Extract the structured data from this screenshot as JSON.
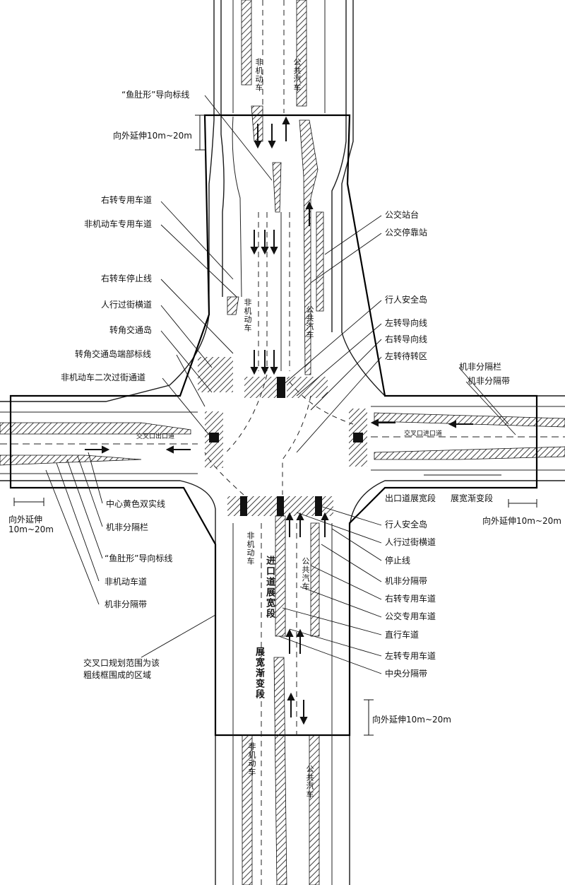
{
  "labels": {
    "fish_belly_top": "“鱼肚形”导向标线",
    "extend_top": "向外延伸10m~20m",
    "right_turn_lane_top": "右转专用车道",
    "nonmotor_lane_top": "非机动车专用车道",
    "right_turn_stop_line": "右转车停止线",
    "crosswalk_top": "人行过街横道",
    "corner_island": "转角交通岛",
    "corner_island_end_marking": "转角交通岛端部标线",
    "nonmotor_secondary_crossing": "非机动车二次过街通道",
    "bus_stop": "公交站台",
    "bus_bay": "公交停靠站",
    "ped_refuge_top": "行人安全岛",
    "left_turn_guide": "左转导向线",
    "right_turn_guide": "右转导向线",
    "left_turn_waiting": "左转待转区",
    "barrier_right": "机非分隔栏",
    "divider_strip_right": "机非分隔带",
    "exit_widening": "出口道展宽段",
    "widening_transition_right": "展宽渐变段",
    "extend_right": "向外延伸10m~20m",
    "extend_left": "向外延伸\n10m~20m",
    "center_double_yellow": "中心黄色双实线",
    "barrier_left": "机非分隔栏",
    "fish_belly_left": "“鱼肚形”导向标线",
    "nonmotor_lane_left": "非机动车道",
    "divider_strip_left": "机非分隔带",
    "ped_refuge_bottom": "行人安全岛",
    "crosswalk_bottom": "人行过街横道",
    "stop_line": "停止线",
    "divider_strip_bottom": "机非分隔带",
    "right_turn_lane_bottom": "右转专用车道",
    "bus_lane": "公交专用车道",
    "through_lane": "直行车道",
    "left_turn_lane": "左转专用车道",
    "central_median": "中央分隔带",
    "planning_scope": "交叉口规划范围为该\n粗线框围成的区域",
    "extend_bottom": "向外延伸10m~20m"
  },
  "road_text": {
    "nonmotor": "非机动车",
    "bus": "公共汽车",
    "exit_lane_left": "交叉口出口道",
    "entry_lane_right": "交叉口进口道",
    "entry_widening": "进口道展宽段",
    "widening_transition": "展宽渐变段"
  },
  "colors": {
    "line": "#1a1a1a",
    "background": "#ffffff"
  }
}
